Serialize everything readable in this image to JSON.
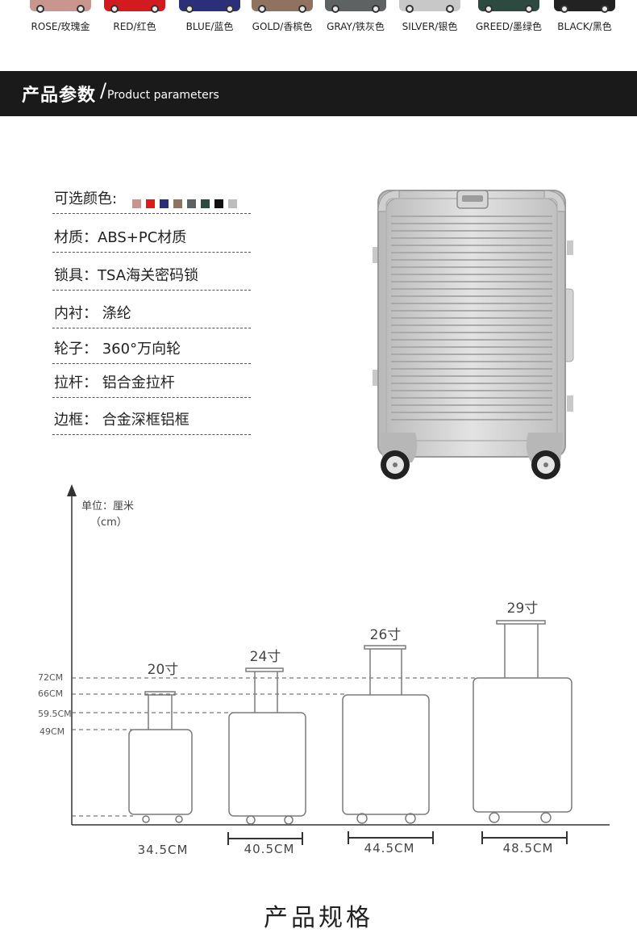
{
  "swatches": [
    {
      "label": "ROSE/玫瑰金",
      "color": "#c9968f"
    },
    {
      "label": "RED/红色",
      "color": "#d21a1f"
    },
    {
      "label": "BLUE/蓝色",
      "color": "#2b2f7a"
    },
    {
      "label": "GOLD/香槟色",
      "color": "#8f7260"
    },
    {
      "label": "GRAY/铁灰色",
      "color": "#5f6263"
    },
    {
      "label": "SILVER/银色",
      "color": "#c8c8c8"
    },
    {
      "label": "GREED/墨绿色",
      "color": "#2c4a3f"
    },
    {
      "label": "BLACK/黑色",
      "color": "#222222"
    }
  ],
  "header": {
    "title_cn": "产品参数",
    "slash": "/",
    "title_en": "Product parameters"
  },
  "params": {
    "colors_label": "可选颜色:",
    "color_dots": [
      "#c9968f",
      "#e01a1a",
      "#2b2f7a",
      "#8f7260",
      "#5f6263",
      "#2c4a3f",
      "#111111",
      "#bdbdbd"
    ],
    "items": [
      {
        "text": "材质：ABS+PC材质"
      },
      {
        "text": "锁具：TSA海关密码锁"
      },
      {
        "text": "内衬：  涤纶"
      },
      {
        "text": "轮子：  360°万向轮"
      },
      {
        "text": "拉杆：  铝合金拉杆"
      },
      {
        "text": "边框：  合金深框铝框"
      }
    ]
  },
  "size_chart": {
    "unit_line1": "单位：厘米",
    "unit_line2": "（cm）",
    "height_ticks": [
      "72CM",
      "66CM",
      "59.5CM",
      "49CM"
    ],
    "cases": [
      {
        "size": "20寸",
        "width": "34.5CM"
      },
      {
        "size": "24寸",
        "width": "40.5CM"
      },
      {
        "size": "26寸",
        "width": "44.5CM"
      },
      {
        "size": "29寸",
        "width": "48.5CM"
      }
    ]
  },
  "footer": {
    "section_title": "产品规格"
  },
  "colors": {
    "band": "#1a1a1a",
    "silver": "#c9c9c9"
  }
}
